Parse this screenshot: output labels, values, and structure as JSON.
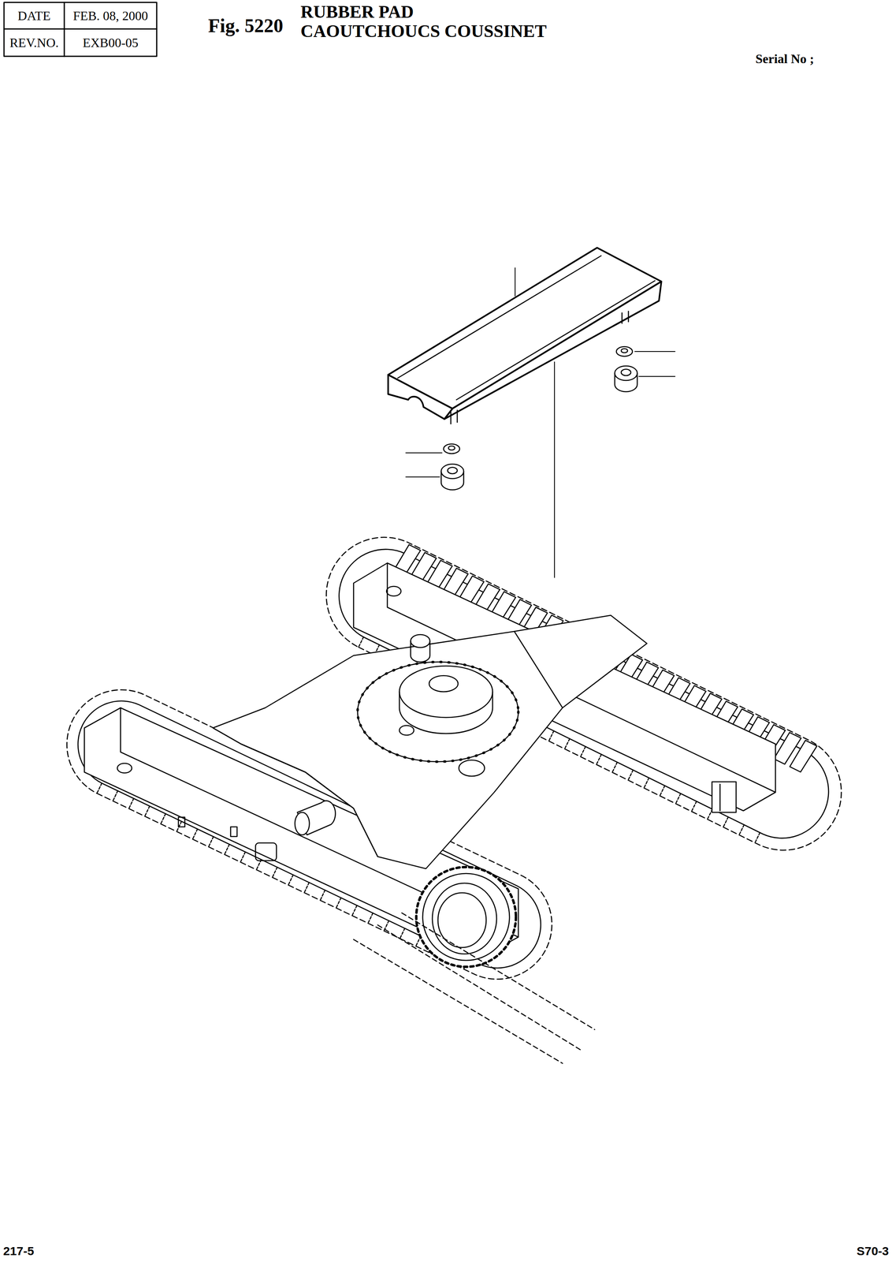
{
  "diagram": {
    "title": "RUBBER PAD CAOUTCHOUCS COUSSINET",
    "labels": [
      "DATE",
      "FEB. 08, 2000",
      "REV.NO.",
      "EXB00-05",
      "Fig. 5220",
      "Serial No ;",
      "217-5",
      "S70-3"
    ]
  }
}
